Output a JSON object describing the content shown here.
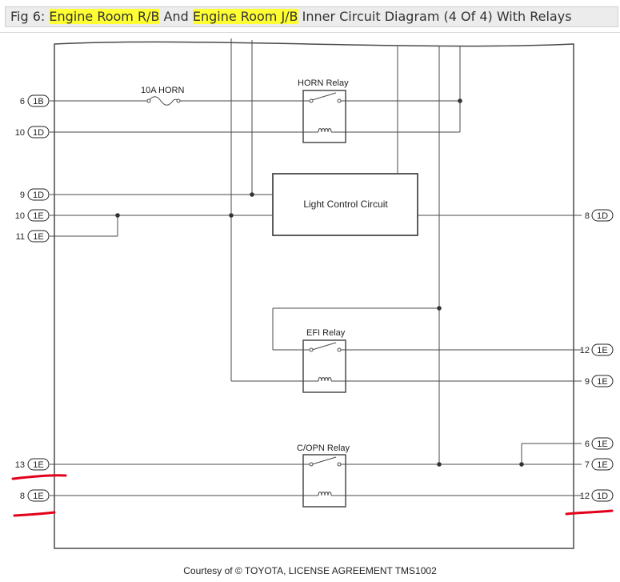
{
  "header": {
    "fig_prefix": "Fig 6: ",
    "hl1": "Engine Room R/B",
    "mid1": " And ",
    "hl2": "Engine Room J/B",
    "suffix": " Inner Circuit Diagram (4 Of 4) With Relays"
  },
  "diagram": {
    "fuse_label": "10A HORN",
    "horn_relay": "HORN Relay",
    "light_control": "Light Control Circuit",
    "efi_relay": "EFI Relay",
    "copn_relay": "C/OPN Relay",
    "left_connectors": [
      {
        "pin": "6",
        "conn": "1B"
      },
      {
        "pin": "10",
        "conn": "1D"
      },
      {
        "pin": "9",
        "conn": "1D"
      },
      {
        "pin": "10",
        "conn": "1E"
      },
      {
        "pin": "11",
        "conn": "1E"
      },
      {
        "pin": "13",
        "conn": "1E"
      },
      {
        "pin": "8",
        "conn": "1E"
      }
    ],
    "right_connectors": [
      {
        "pin": "8",
        "conn": "1D"
      },
      {
        "pin": "12",
        "conn": "1E"
      },
      {
        "pin": "9",
        "conn": "1E"
      },
      {
        "pin": "6",
        "conn": "1E"
      },
      {
        "pin": "7",
        "conn": "1E"
      },
      {
        "pin": "12",
        "conn": "1D"
      }
    ]
  },
  "footer": {
    "credit": "Courtesy of © TOYOTA, LICENSE AGREEMENT TMS1002"
  },
  "colors": {
    "highlight": "#ffff33",
    "annotation": "#e3001b",
    "line": "#4a4a4a"
  }
}
